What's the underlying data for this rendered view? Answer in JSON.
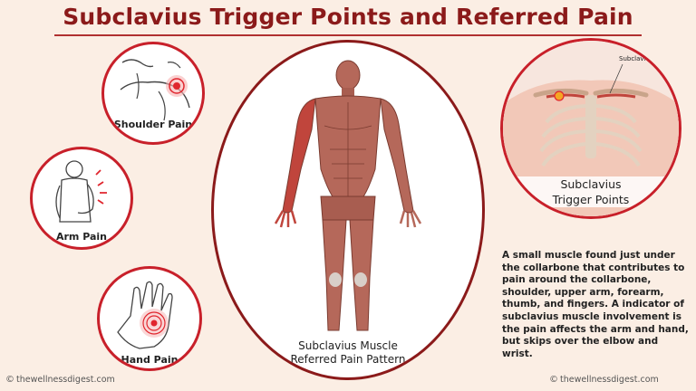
{
  "title": "Subclavius Trigger Points and Referred Pain",
  "circles": {
    "shoulder": {
      "label": "Shoulder Pain"
    },
    "arm": {
      "label": "Arm Pain"
    },
    "hand": {
      "label": "Hand Pain"
    }
  },
  "main_figure": {
    "caption_line1": "Subclavius Muscle",
    "caption_line2": "Referred Pain Pattern"
  },
  "anatomy_inset": {
    "callout": "Subclavius",
    "label_line1": "Subclavius",
    "label_line2": "Trigger Points"
  },
  "description": "A small muscle found just under the collarbone that contributes to pain around the collarbone, shoulder, upper arm, forearm, thumb, and fingers.  A indicator of subclavius muscle involvement is the pain affects the arm and hand, but skips over the elbow and wrist.",
  "copyright_left": "thewellnessdigest.com",
  "copyright_right": "thewellnessdigest.com",
  "colors": {
    "background": "#fbeee4",
    "title": "#8b1a1a",
    "circle_border": "#c8202a",
    "pain_red": "#e0262e",
    "muscle": "#b5685a"
  }
}
